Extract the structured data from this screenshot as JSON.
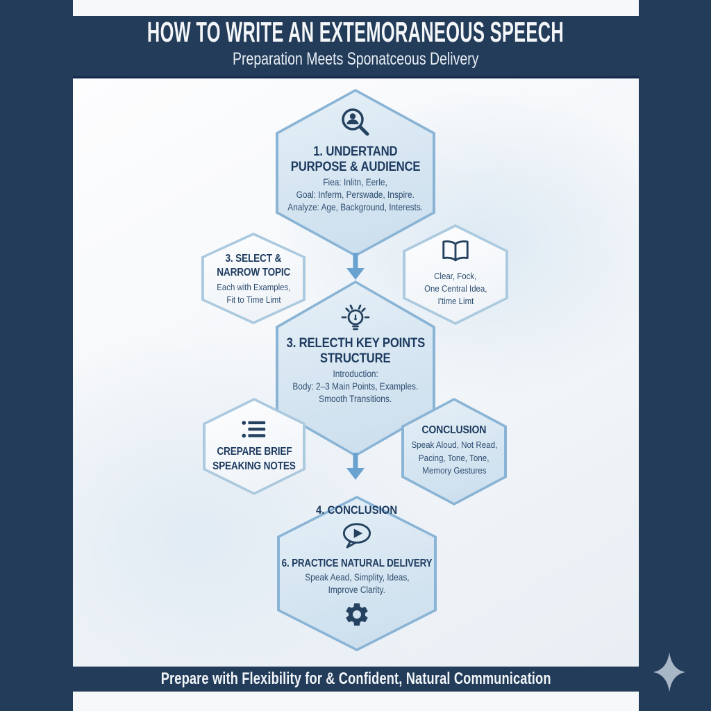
{
  "header": {
    "title": "HOW TO WRITE AN EXTEMORANEOUS SPEECH",
    "subtitle": "Preparation Meets Sponatceous Delivery"
  },
  "footer": {
    "banner": "Prepare with Flexibility for & Confident, Natural Communication"
  },
  "flow": {
    "step1": {
      "icon": "audience-search-icon",
      "title": [
        "1. UNDERTAND",
        "PURPOSE & AUDIENCE"
      ],
      "body": [
        "Fiea: Inlitn, Eerle,",
        "Goal: Inferm, Perswade, Inspire.",
        "Analyze: Age, Background, Interests."
      ]
    },
    "select": {
      "title": [
        "3. SELECT &",
        "NARROW TOPIC"
      ],
      "body": [
        "Each with Examples,",
        "Fit to Time Limt"
      ]
    },
    "thesis": {
      "icon": "open-book-icon",
      "body": [
        "Clear, Fock,",
        "One Central Idea,",
        "I'time Limt"
      ]
    },
    "structure": {
      "icon": "lightbulb-icon",
      "title": [
        "3. RELECTH KEY POINTS",
        "STRUCTURE"
      ],
      "body": [
        "Introduction:",
        "Body: 2–3 Main Points, Examples.",
        "Smooth Transitions."
      ]
    },
    "notes": {
      "icon": "bullet-list-icon",
      "title": [
        "CREPARE BRIEF",
        "SPEAKING NOTES"
      ]
    },
    "delivery": {
      "title": [
        "CONCLUSION"
      ],
      "body": [
        "Speak Aloud, Not Read,",
        "Pacing, Tone, Tone,",
        "Memory Gestures"
      ]
    },
    "practice": {
      "label": "4. CONCLUSION",
      "icon": "speech-play-icon",
      "footer_icon": "gear-icon",
      "title": [
        "6. PRACTICE NATURAL DELIVERY"
      ],
      "body": [
        "Speak Aead, Simplity, Ideas,",
        "Improve Clarity."
      ]
    }
  },
  "colors": {
    "navy": "#223c5a",
    "ink": "#1d3a5f",
    "body_ink": "#2e4d70",
    "hex_border": "#8ab4d5",
    "hex_border_light": "#abc9df",
    "arrow": "#69a1cf",
    "icon": "#24415f",
    "sparkle": "#a9b6c6"
  }
}
